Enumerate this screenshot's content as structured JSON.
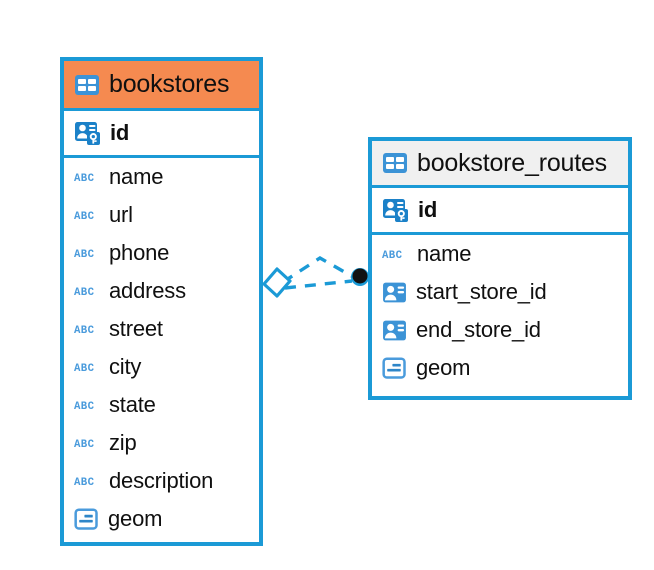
{
  "diagram": {
    "type": "entity-relationship-diagram",
    "colors": {
      "accent_blue": "#1B9AD6",
      "header_orange": "#F58A50",
      "header_gray": "#F0F0F0",
      "text": "#101010",
      "connector": "#1B9AD6",
      "connector_endpoint": "#111111"
    },
    "tables": [
      {
        "name": "bookstores",
        "header_style": "orange",
        "table_icon": "table-grid-icon",
        "fields": [
          {
            "label": "id",
            "icon": "primary-key-icon",
            "key": "primary"
          },
          {
            "label": "name",
            "icon": "abc-text-icon",
            "key": "none"
          },
          {
            "label": "url",
            "icon": "abc-text-icon",
            "key": "none"
          },
          {
            "label": "phone",
            "icon": "abc-text-icon",
            "key": "none"
          },
          {
            "label": "address",
            "icon": "abc-text-icon",
            "key": "none"
          },
          {
            "label": "street",
            "icon": "abc-text-icon",
            "key": "none"
          },
          {
            "label": "city",
            "icon": "abc-text-icon",
            "key": "none"
          },
          {
            "label": "state",
            "icon": "abc-text-icon",
            "key": "none"
          },
          {
            "label": "zip",
            "icon": "abc-text-icon",
            "key": "none"
          },
          {
            "label": "description",
            "icon": "abc-text-icon",
            "key": "none"
          },
          {
            "label": "geom",
            "icon": "geometry-icon",
            "key": "none"
          }
        ]
      },
      {
        "name": "bookstore_routes",
        "header_style": "gray",
        "table_icon": "table-grid-icon",
        "fields": [
          {
            "label": "id",
            "icon": "primary-key-icon",
            "key": "primary"
          },
          {
            "label": "name",
            "icon": "abc-text-icon",
            "key": "none"
          },
          {
            "label": "start_store_id",
            "icon": "foreign-key-icon",
            "key": "foreign"
          },
          {
            "label": "end_store_id",
            "icon": "foreign-key-icon",
            "key": "foreign"
          },
          {
            "label": "geom",
            "icon": "geometry-icon",
            "key": "none"
          }
        ]
      }
    ],
    "relationship": {
      "from_table": "bookstores",
      "to_table": "bookstore_routes",
      "line_style": "dashed",
      "source_marker": "diamond-outline",
      "target_marker": "filled-circle"
    }
  }
}
